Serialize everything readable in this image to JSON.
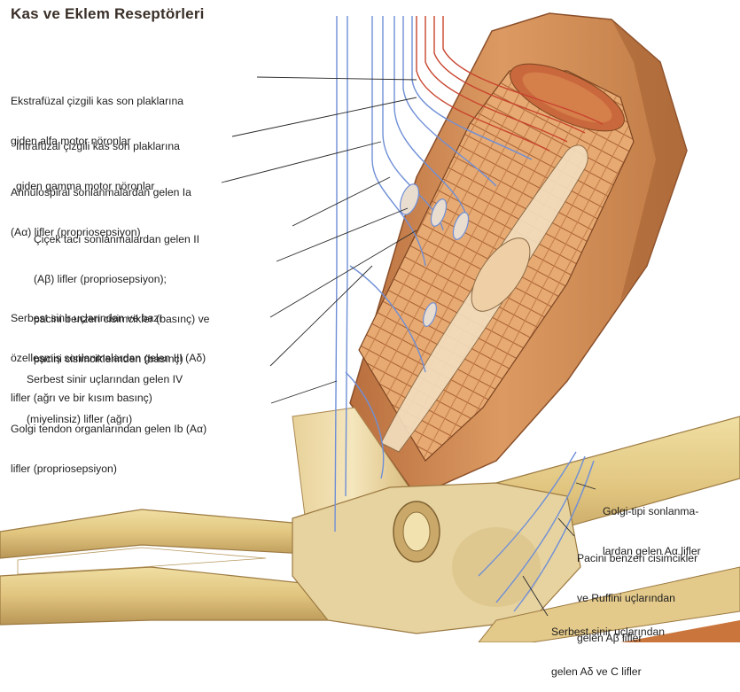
{
  "title": "Kas ve Eklem Reseptörleri",
  "labels": [
    {
      "name": "label-extrafusal-alpha",
      "lines": [
        "Ekstrafüzal çizgili kas son plaklarına",
        "giden alfa motor nöronlar"
      ]
    },
    {
      "name": "label-intrafusal-gamma",
      "lines": [
        "İntrafüzal çizgili kas son plaklarına",
        "giden gamma motor nöronlar"
      ]
    },
    {
      "name": "label-annulospiral-ia",
      "lines": [
        "Annülospiral sonlanmalardan gelen Ia",
        "(Aα) lifler (propriosepsiyon)"
      ]
    },
    {
      "name": "label-flower-spray-ii",
      "lines": [
        "Çiçek tacı sonlanmalardan gelen II",
        "(Aβ) lifler (propriosepsiyon);",
        "pacini benzeri cisimcikler (basınç) ve",
        "pacini cisimciklerinden (basınç)"
      ]
    },
    {
      "name": "label-free-endings-iii",
      "lines": [
        "Serbest sinir uçlarından ve bazı",
        "özelleşmiş sonlanmalardan gelen III (Aδ)",
        "lifler (ağrı ve bir kısım basınç)"
      ]
    },
    {
      "name": "label-free-endings-iv",
      "lines": [
        "Serbest sinir uçlarından gelen IV",
        "(miyelinsiz) lifler (ağrı)"
      ]
    },
    {
      "name": "label-golgi-tendon-ib",
      "lines": [
        "Golgi tendon organlarından gelen Ib (Aα)",
        "lifler (propriosepsiyon)"
      ]
    },
    {
      "name": "label-golgi-type-joint",
      "lines": [
        "Golgi-tipi sonlanma-",
        "lardan gelen Aα lifler"
      ]
    },
    {
      "name": "label-pacini-ruffini-joint",
      "lines": [
        "Pacini benzeri cisimcikler",
        "ve Ruffini uçlarından",
        "gelen Aβ lifler"
      ]
    },
    {
      "name": "label-free-endings-joint",
      "lines": [
        "Serbest sinir uçlarından",
        "gelen Aδ ve C lifler"
      ]
    }
  ]
}
